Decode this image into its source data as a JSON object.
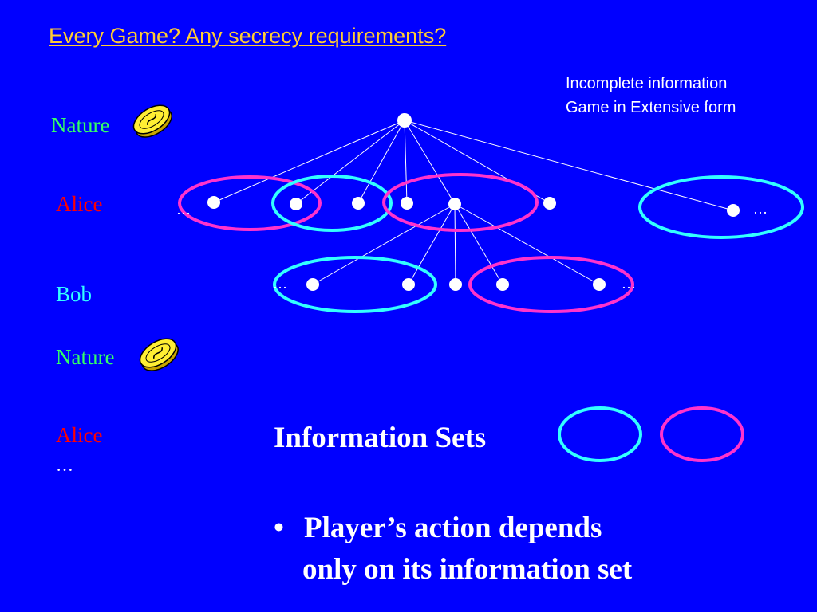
{
  "slide": {
    "title": "Every Game? Any secrecy requirements?",
    "subtitle_line1": "Incomplete information",
    "subtitle_line2": "Game in Extensive form"
  },
  "players": {
    "nature_1": "Nature",
    "alice_1": "Alice",
    "bob": "Bob",
    "nature_2": "Nature",
    "alice_2": "Alice",
    "trailing_ellipsis": "…"
  },
  "tree": {
    "ellipsis_alice_left": "…",
    "ellipsis_alice_right": "…",
    "ellipsis_bob_left": "…",
    "ellipsis_bob_right": "…"
  },
  "legend": {
    "title": "Information Sets",
    "bullet_symbol": "•",
    "bullet_line1": "Player’s action depends",
    "bullet_line2": "only on its information set"
  },
  "colors": {
    "background": "#0000ff",
    "title": "#ffcc33",
    "nature_label": "#33ff66",
    "alice_label": "#ff0000",
    "bob_label": "#33ffff",
    "info_set_cyan": "#33ffff",
    "info_set_magenta": "#ff33cc",
    "nodes": "#ffffff",
    "coin": "#ffee33"
  },
  "icons": {
    "nature_coin_1": "coin-icon",
    "nature_coin_2": "coin-icon"
  }
}
